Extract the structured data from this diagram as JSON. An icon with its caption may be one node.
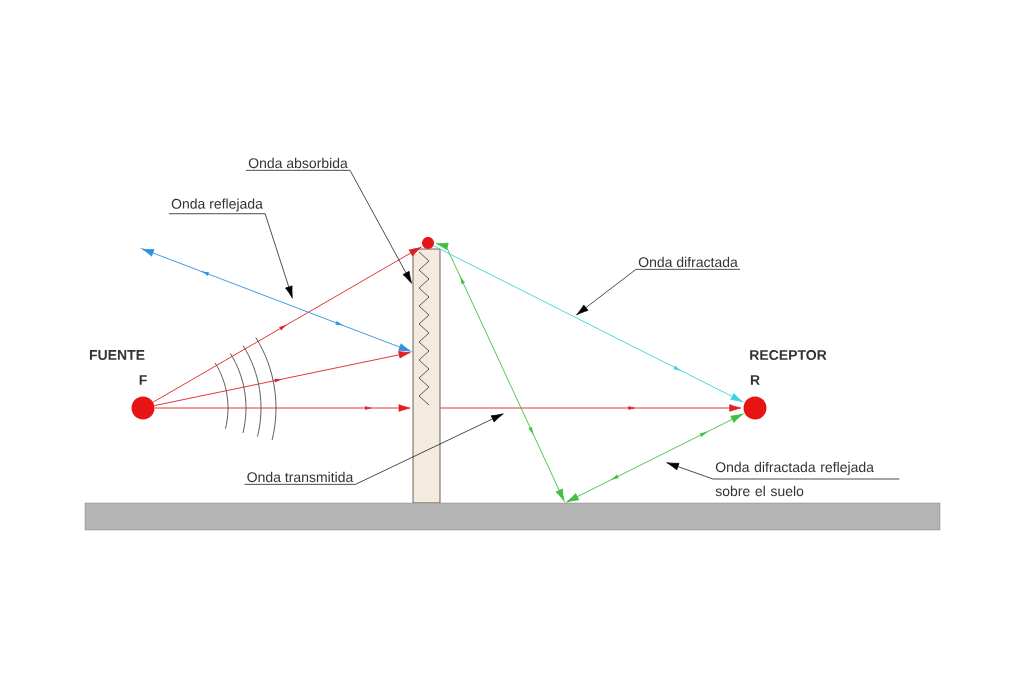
{
  "diagram": {
    "nodes": [
      {
        "text": [
          "FUENTE",
          "F"
        ]
      },
      {
        "text": [
          "RECEPTOR",
          "R"
        ]
      },
      {
        "text": [],
        "shape": "box"
      },
      {
        "text": [],
        "shape": "circle"
      },
      {
        "text": [],
        "shape": "bar"
      },
      {
        "text": [
          "Onda absorbida"
        ]
      },
      {
        "text": [
          "Onda reflejada"
        ]
      },
      {
        "text": [
          "Onda difractada"
        ]
      },
      {
        "text": [
          "Onda transmitida"
        ]
      },
      {
        "text": [
          "Onda difractada reflejada sobre el suelo"
        ]
      }
    ],
    "edges": [
      {
        "from": 0,
        "to": 3,
        "arrow": "to",
        "color": "#e02020"
      },
      {
        "from": 0,
        "to": 2,
        "arrow": "to",
        "color": "#e02020"
      },
      {
        "from": 0,
        "to": 2,
        "arrow": "to",
        "color": "#e02020"
      },
      {
        "from": 2,
        "to": 1,
        "arrow": "to",
        "color": "#e02020"
      },
      {
        "from": 3,
        "to": 1,
        "arrow": "to",
        "color": "#40d0e0"
      },
      {
        "from": 3,
        "to": 4,
        "arrow": "both",
        "color": "#40c040"
      },
      {
        "from": 4,
        "to": 1,
        "arrow": "both",
        "color": "#40c040"
      },
      {
        "from": 2,
        "to": null,
        "arrow": "both",
        "color": "#3090e0"
      },
      {
        "from": 5,
        "to": 2,
        "arrow": "to"
      },
      {
        "from": 6,
        "to": null,
        "arrow": "to"
      },
      {
        "from": 7,
        "to": null,
        "arrow": "to"
      },
      {
        "from": 8,
        "to": null,
        "arrow": "to"
      },
      {
        "from": 9,
        "to": null,
        "arrow": "to"
      }
    ]
  }
}
